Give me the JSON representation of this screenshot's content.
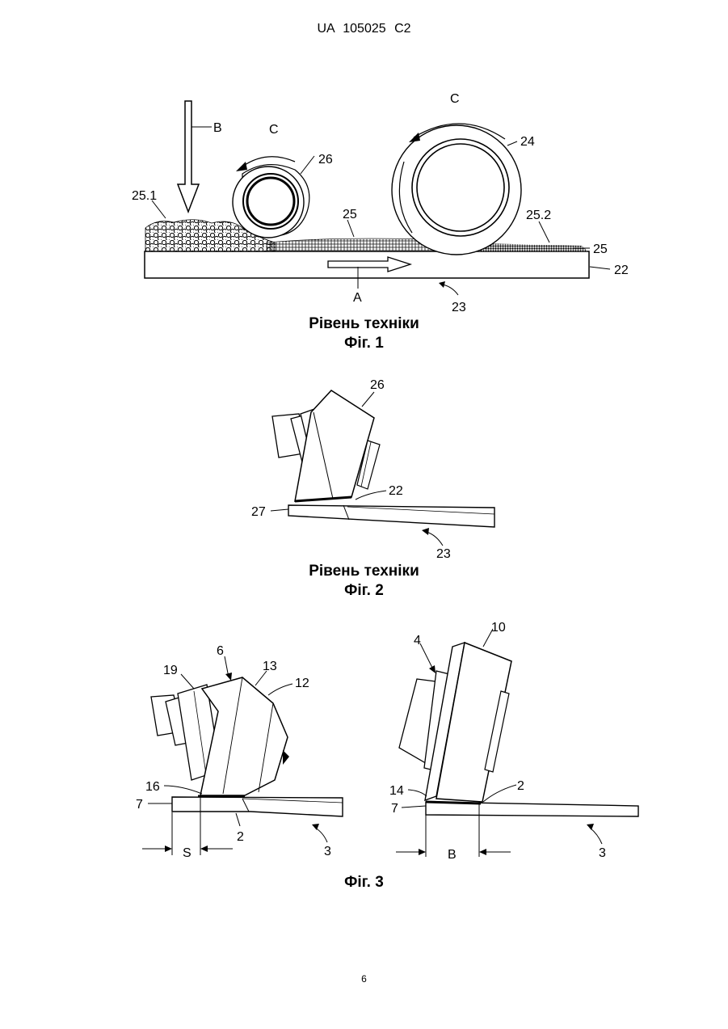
{
  "header": {
    "text": "UA   105025   C2"
  },
  "figure1": {
    "labels": {
      "B": "B",
      "C_left": "C",
      "C_right": "C",
      "n26": "26",
      "n24": "24",
      "n25_1": "25.1",
      "n25": "25",
      "n25_2": "25.2",
      "n25_right": "25",
      "n22": "22",
      "A": "A",
      "n23": "23"
    },
    "caption_line1": "Рівень техніки",
    "caption_line2": "Фіг. 1"
  },
  "figure2": {
    "labels": {
      "n26": "26",
      "n22": "22",
      "n27": "27",
      "n23": "23"
    },
    "caption_line1": "Рівень техніки",
    "caption_line2": "Фіг. 2"
  },
  "figure3": {
    "labels": {
      "n19": "19",
      "n6": "6",
      "n13": "13",
      "n12": "12",
      "n16": "16",
      "n7_left": "7",
      "n2_left": "2",
      "n3_left": "3",
      "S": "S",
      "n4": "4",
      "n10": "10",
      "n14": "14",
      "n7_right": "7",
      "n2_right": "2",
      "n3_right": "3",
      "B": "B"
    },
    "caption": "Фіг. 3"
  },
  "page_number": "6"
}
